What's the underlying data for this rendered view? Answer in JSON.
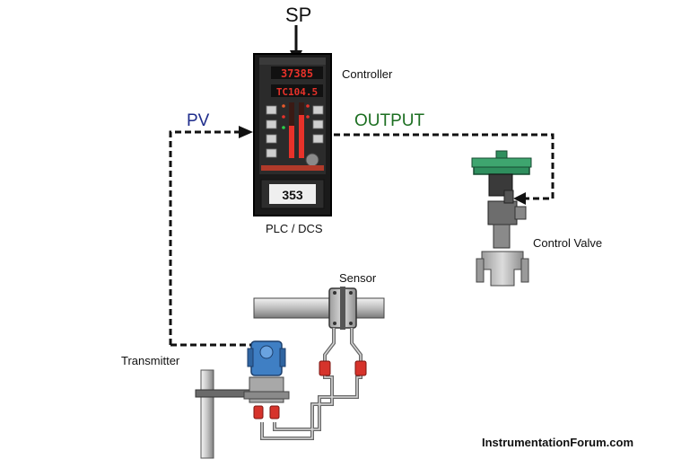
{
  "labels": {
    "sp": "SP",
    "controller": "Controller",
    "pv": "PV",
    "output": "OUTPUT",
    "plc": "PLC / DCS",
    "control_valve": "Control Valve",
    "sensor": "Sensor",
    "transmitter": "Transmitter",
    "website": "InstrumentationForum.com"
  },
  "controller_display": {
    "top_readout": "37385",
    "tag_readout": "TC104.5",
    "bottom_readout": "353"
  },
  "colors": {
    "pv_text": "#1f2d8c",
    "output_text": "#1d6f22",
    "valve_actuator": "#2f8f5e",
    "transmitter_housing": "#3f7fc4",
    "isolation_valve": "#d6332b",
    "display_led": "#e8322a"
  }
}
